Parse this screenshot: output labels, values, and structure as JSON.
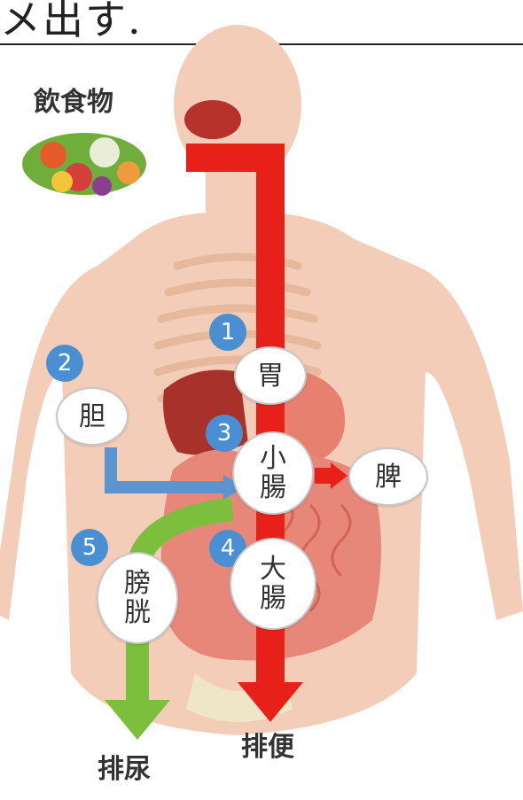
{
  "header": {
    "text": "メ出す."
  },
  "labels": {
    "food": "飲食物",
    "urine": "排尿",
    "stool": "排便"
  },
  "organs": {
    "stomach": "胃",
    "gallbladder": "胆",
    "small_intestine": "小\n腸",
    "spleen": "脾",
    "large_intestine": "大\n腸",
    "bladder": "膀\n胱"
  },
  "steps": [
    "1",
    "2",
    "3",
    "4",
    "5"
  ],
  "colors": {
    "main_flow": "#e8201a",
    "bile_flow": "#4a8fd1",
    "urine_flow": "#7cbf3d",
    "badge": "#4a8fd1"
  }
}
